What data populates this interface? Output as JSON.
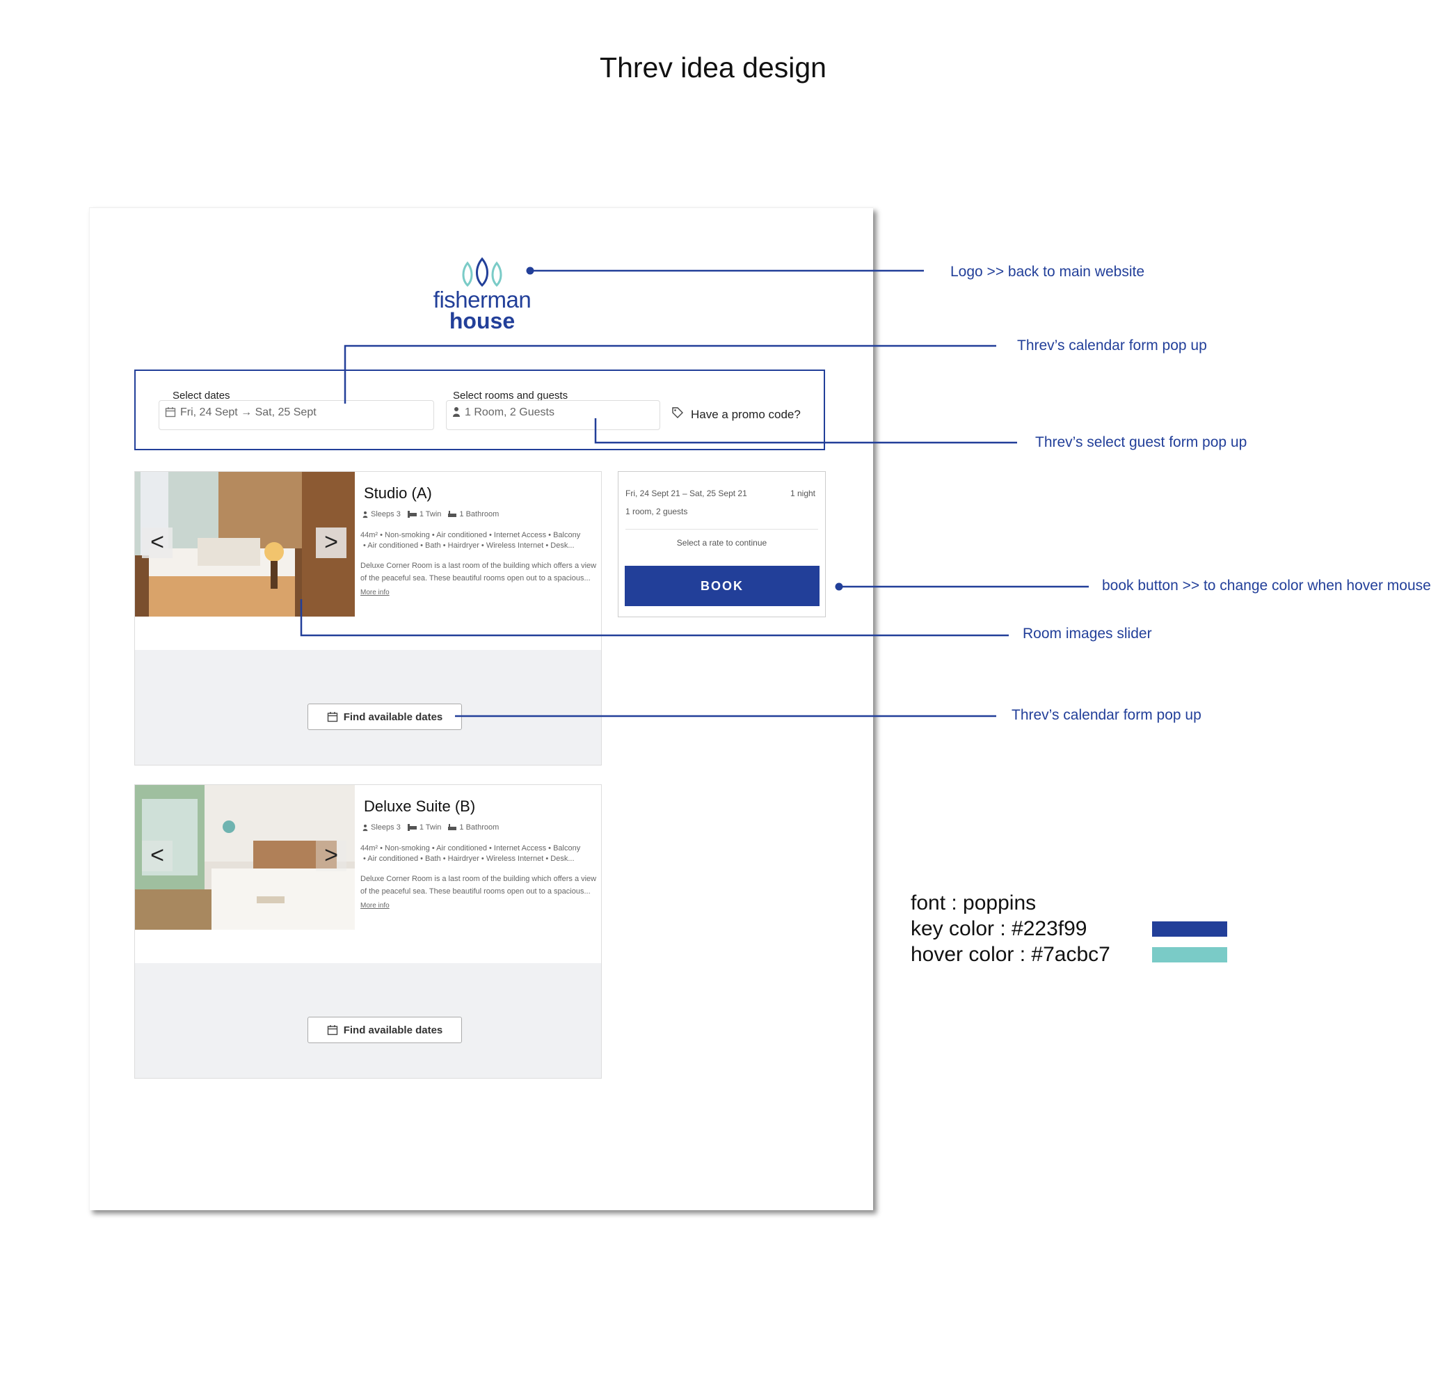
{
  "page_title": "Threv idea design",
  "logo": {
    "line1": "fisherman",
    "line2": "house"
  },
  "search": {
    "dates_label": "Select dates",
    "dates_value": "Fri, 24 Sept → Sat, 25 Sept",
    "guests_label": "Select rooms and guests",
    "guests_value": "1 Room, 2 Guests",
    "promo_label": "Have a promo code?"
  },
  "rooms": [
    {
      "name": "Studio (A)",
      "sleeps": "Sleeps 3",
      "bed": "1 Twin",
      "bath": "1 Bathroom",
      "features_line1": "44m² • Non-smoking • Air conditioned • Internet Access • Balcony",
      "features_line2": "• Air conditioned • Bath • Hairdryer • Wireless Internet • Desk...",
      "description_line1": "Deluxe Corner Room is a last room of the building which offers a view",
      "description_line2": "of the peaceful sea. These beautiful rooms open out to a spacious...",
      "more_info": "More info",
      "prev": "<",
      "next": ">",
      "find_dates": "Find available dates"
    },
    {
      "name": "Deluxe Suite (B)",
      "sleeps": "Sleeps 3",
      "bed": "1 Twin",
      "bath": "1 Bathroom",
      "features_line1": "44m² • Non-smoking • Air conditioned • Internet Access • Balcony",
      "features_line2": "• Air conditioned • Bath • Hairdryer • Wireless Internet • Desk...",
      "description_line1": "Deluxe Corner Room is a last room of the building which offers a view",
      "description_line2": "of the peaceful sea. These beautiful rooms open out to a spacious...",
      "more_info": "More info",
      "prev": "<",
      "next": ">",
      "find_dates": "Find available dates"
    }
  ],
  "summary": {
    "dates": "Fri, 24 Sept 21 – Sat, 25 Sept 21",
    "nights": "1 night",
    "guests": "1 room, 2 guests",
    "prompt": "Select a rate to continue",
    "book": "BOOK"
  },
  "annotations": {
    "logo": "Logo >> back to main website",
    "calendar_top": "Threv’s calendar form pop up",
    "guest": "Threv’s select guest form pop up",
    "book": "book button >> to change color when hover mouse",
    "slider": "Room images slider",
    "calendar_find": "Threv’s calendar form pop up"
  },
  "legend": {
    "font": "font : poppins",
    "key_color_label": "key color : #223f99",
    "hover_color_label": "hover color :  #7acbc7",
    "key_color": "#223f99",
    "hover_color": "#7acbc7"
  }
}
